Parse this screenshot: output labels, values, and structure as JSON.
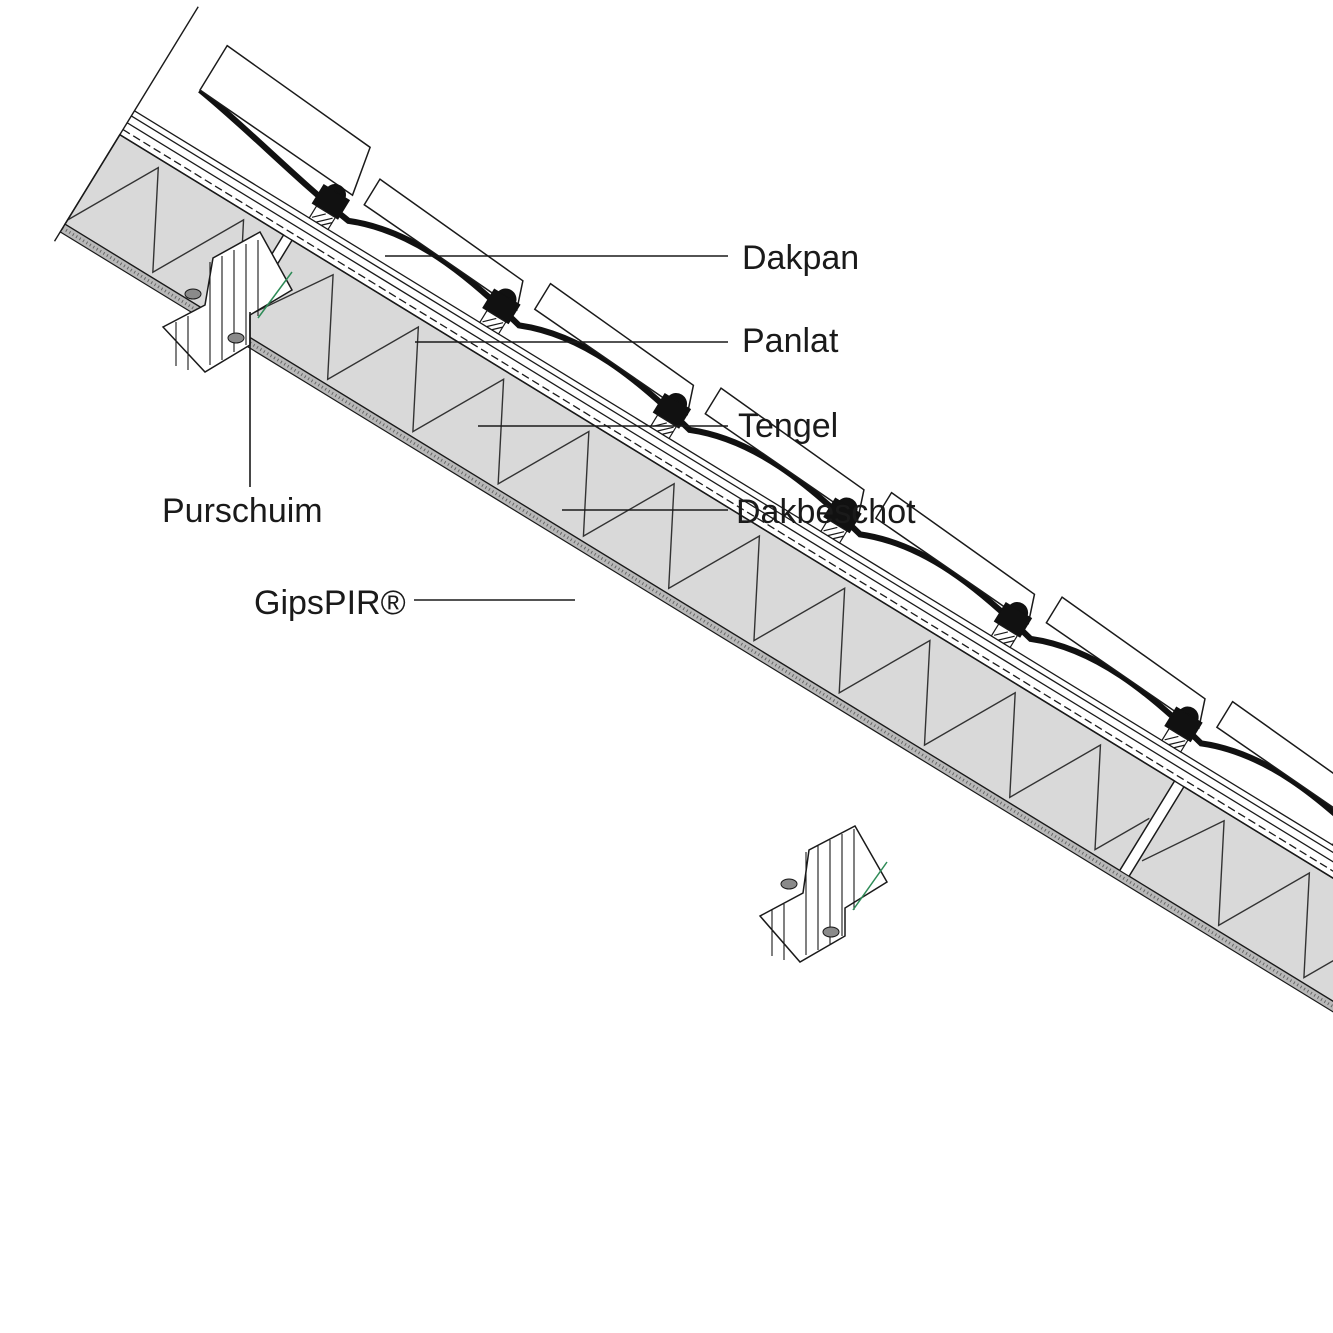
{
  "diagram": {
    "labels": {
      "dakpan": "Dakpan",
      "panlat": "Panlat",
      "tengel": "Tengel",
      "dakbeschot": "Dakbeschot",
      "purschuim": "Purschuim",
      "gipspir": "GipsPIR®"
    },
    "colors": {
      "line": "#1a1a1a",
      "insulation_fill": "#d9d9d9",
      "tile_fill": "#ffffff",
      "membrane": "#111111"
    }
  }
}
